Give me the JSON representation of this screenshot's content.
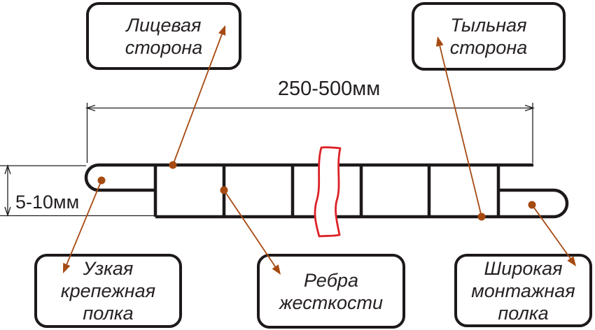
{
  "figure": {
    "callouts": [
      {
        "id": "front-side",
        "lines": [
          "Лицевая",
          "сторона"
        ]
      },
      {
        "id": "back-side",
        "lines": [
          "Тыльная",
          "сторона"
        ]
      },
      {
        "id": "narrow-shelf",
        "lines": [
          "Узкая",
          "крепежная",
          "полка"
        ]
      },
      {
        "id": "stiffening-ribs",
        "lines": [
          "Ребра",
          "жесткости"
        ]
      },
      {
        "id": "wide-shelf",
        "lines": [
          "Широкая",
          "монтажная",
          "полка"
        ]
      }
    ],
    "dimensions": {
      "width": "250-500мм",
      "thickness": "5-10мм"
    },
    "colors": {
      "outline": "#1d191a",
      "leader": "#a64a12",
      "break_mark": "#dc2228",
      "background": "#ffffff"
    }
  }
}
